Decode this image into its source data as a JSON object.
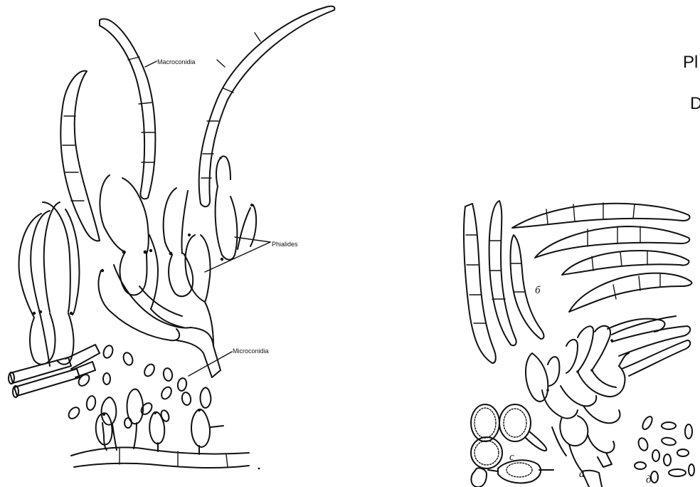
{
  "left_figure": {
    "labels": {
      "macroconidia": "Macroconidia",
      "phialides": "Phialides",
      "microconidia": "Microconidia"
    }
  },
  "right_figure": {
    "letters": {
      "b": "б",
      "c": "c",
      "a": "a",
      "d": "д"
    }
  },
  "cut_text": {
    "line1": "Pl",
    "line2": "D"
  }
}
